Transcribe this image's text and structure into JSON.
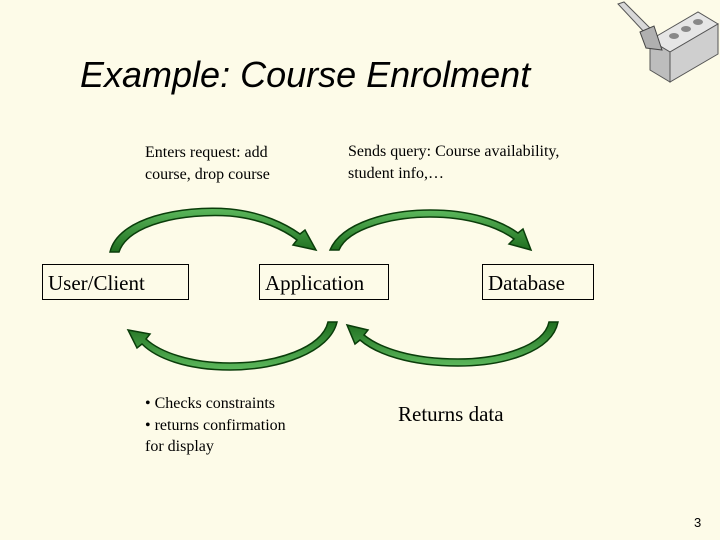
{
  "slide": {
    "title": "Example: Course Enrolment",
    "page_number": "3"
  },
  "nodes": {
    "user": "User/Client",
    "app": "Application",
    "db": "Database"
  },
  "notes": {
    "request_line1": "Enters request: add",
    "request_line2": "course, drop course",
    "query_line1": "Sends query: Course availability,",
    "query_line2": "student info,…",
    "checks_line1": "• Checks constraints",
    "checks_line2": "• returns confirmation",
    "checks_line3": "for display",
    "returns": "Returns data"
  },
  "colors": {
    "arrow_fill": "#2e8b2e",
    "arrow_outline": "#0a3d0a",
    "background": "#fdfbe8"
  },
  "icons": [
    "trowel-brick-icon"
  ]
}
